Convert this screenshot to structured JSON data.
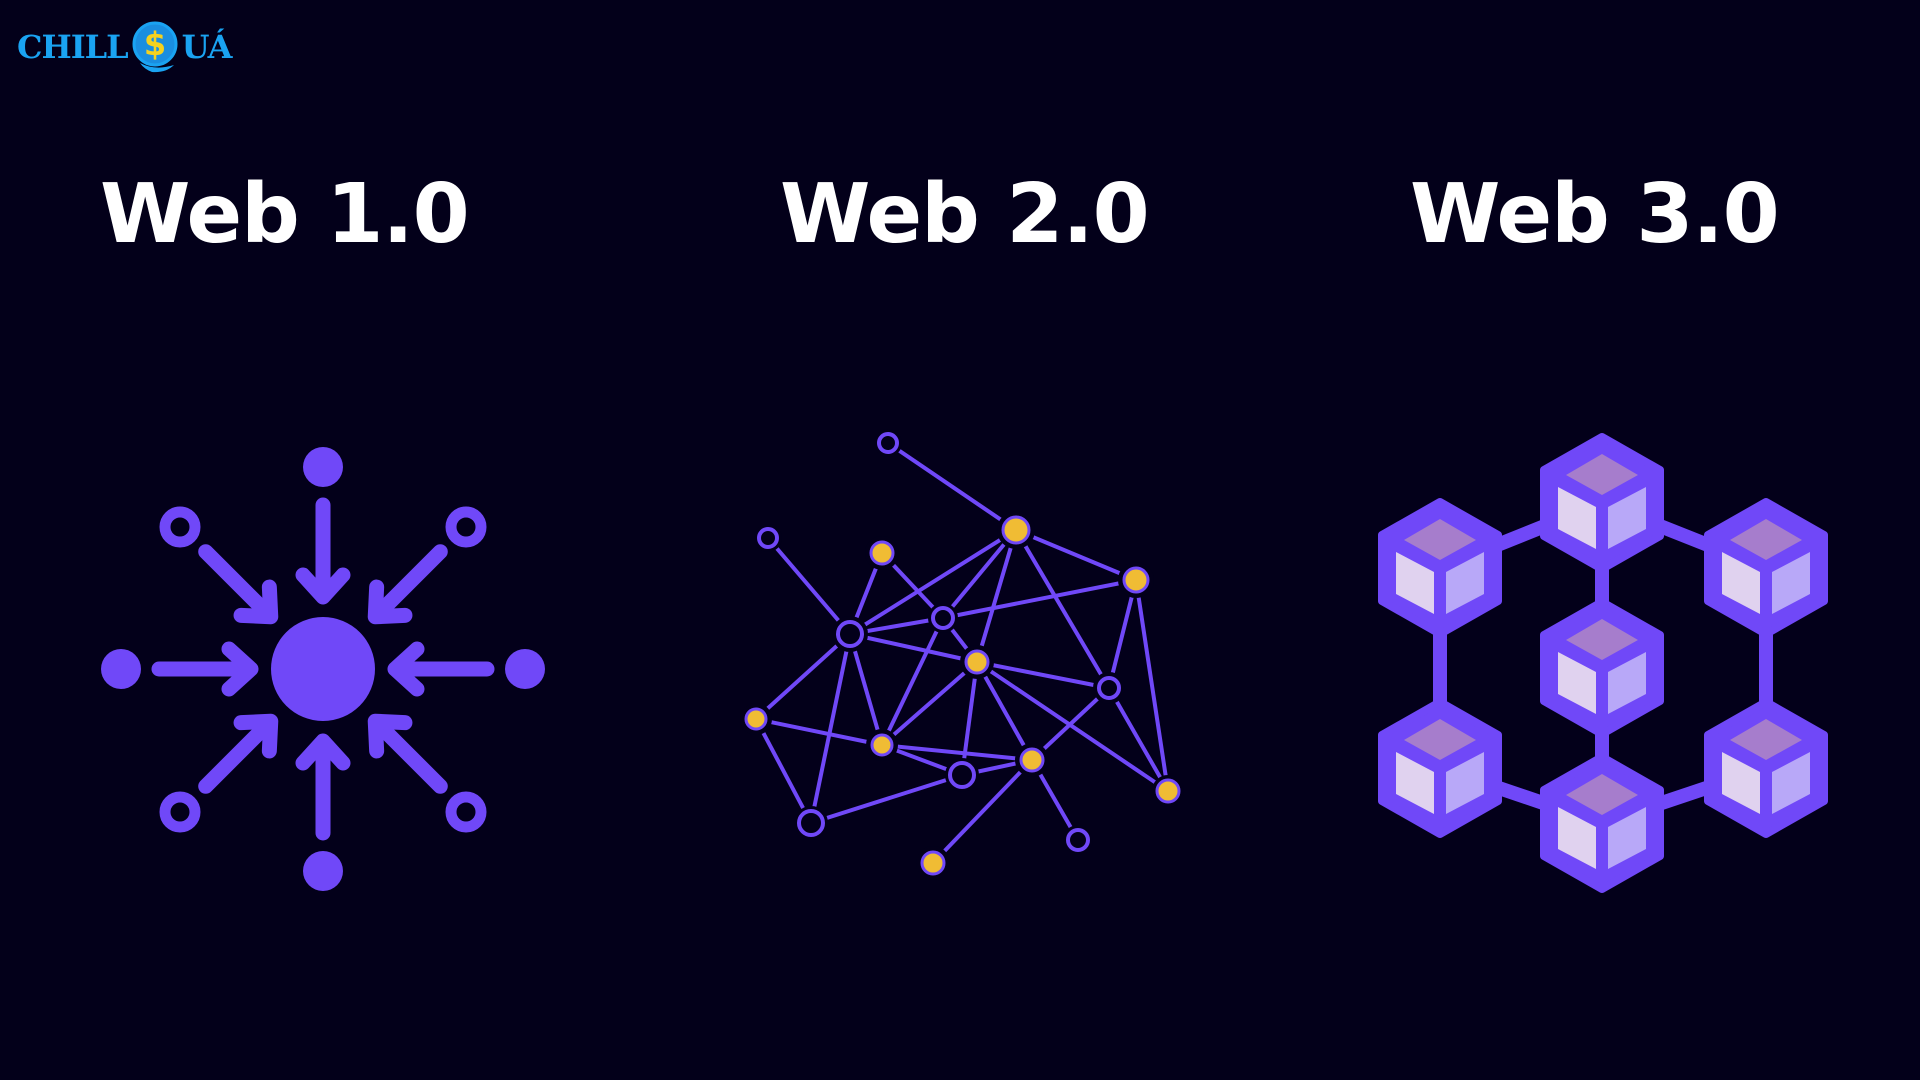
{
  "logo": {
    "left_text": "CHILL",
    "coin_symbol": "$",
    "right_text": "UÁ",
    "colors": {
      "text": "#1aa3f2",
      "coin": "#1a8ee0",
      "symbol": "#f5d21e"
    }
  },
  "columns": [
    {
      "title": "Web 1.0",
      "illustration": "centralized-hub-icon"
    },
    {
      "title": "Web 2.0",
      "illustration": "network-graph-icon"
    },
    {
      "title": "Web 3.0",
      "illustration": "blockchain-cubes-icon"
    }
  ],
  "colors": {
    "background": "#03001a",
    "primary_purple": "#7048f8",
    "node_yellow": "#f0bc34",
    "cube_top": "#a67dcc",
    "cube_left": "#e0d2ef",
    "cube_right": "#b8a8f8",
    "title": "#ffffff"
  }
}
